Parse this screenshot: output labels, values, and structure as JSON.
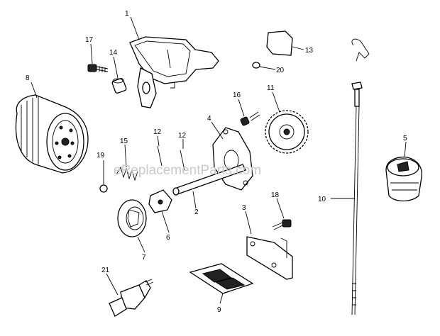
{
  "watermark": "eReplacementParts.com",
  "callouts": [
    {
      "id": "1",
      "text": "1"
    },
    {
      "id": "2",
      "text": "2"
    },
    {
      "id": "3",
      "text": "3"
    },
    {
      "id": "4",
      "text": "4"
    },
    {
      "id": "5",
      "text": "5"
    },
    {
      "id": "6",
      "text": "6"
    },
    {
      "id": "7",
      "text": "7"
    },
    {
      "id": "8",
      "text": "8"
    },
    {
      "id": "9",
      "text": "9"
    },
    {
      "id": "10",
      "text": "10"
    },
    {
      "id": "11",
      "text": "11"
    },
    {
      "id": "12a",
      "text": "12"
    },
    {
      "id": "12b",
      "text": "12"
    },
    {
      "id": "13",
      "text": "13"
    },
    {
      "id": "14",
      "text": "14"
    },
    {
      "id": "15",
      "text": "15"
    },
    {
      "id": "16",
      "text": "16"
    },
    {
      "id": "17",
      "text": "17"
    },
    {
      "id": "18",
      "text": "18"
    },
    {
      "id": "19",
      "text": "19"
    },
    {
      "id": "20",
      "text": "20"
    },
    {
      "id": "21",
      "text": "21"
    }
  ]
}
